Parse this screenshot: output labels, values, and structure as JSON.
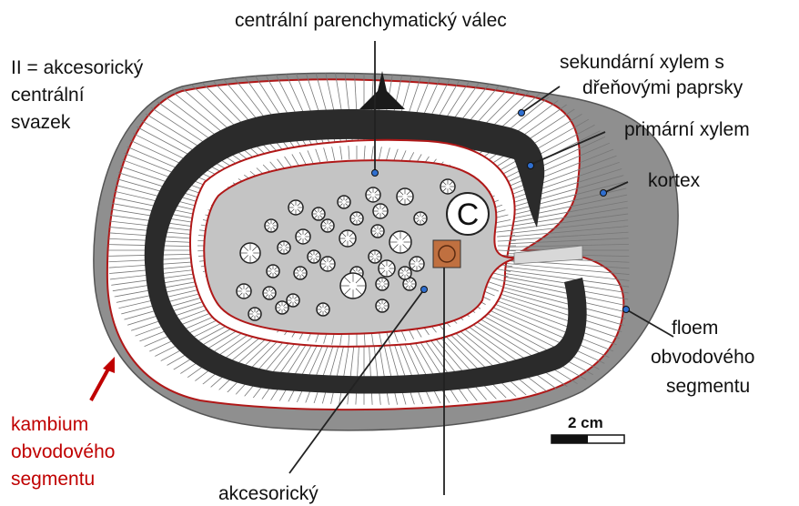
{
  "labels": {
    "central_cylinder": "centrální parenchymatický válec",
    "accessory_bundle_line1": "II = akcesorický",
    "accessory_bundle_line2": "centrální",
    "accessory_bundle_line3": "svazek",
    "secondary_xylem_line1": "sekundární xylem s",
    "secondary_xylem_line2": "dřeňovými paprsky",
    "primary_xylem": "primární xylem",
    "cortex": "kortex",
    "phloem_line1": "floem",
    "phloem_line2": "obvodového",
    "phloem_line3": "segmentu",
    "cambium_line1": "kambium",
    "cambium_line2": "obvodového",
    "cambium_line3": "segmentu",
    "bottom_partial": "akcesorický",
    "scale_bar": "2 cm",
    "circle_marker": "C"
  },
  "colors": {
    "cortex": "#8f8f8f",
    "xylem_fill": "#ffffff",
    "primary_xylem": "#2b2b2b",
    "central_cylinder": "#c4c4c4",
    "cambium": "#b01818",
    "marker": "#c07040",
    "pointer_dot": "#2f6fd0"
  }
}
